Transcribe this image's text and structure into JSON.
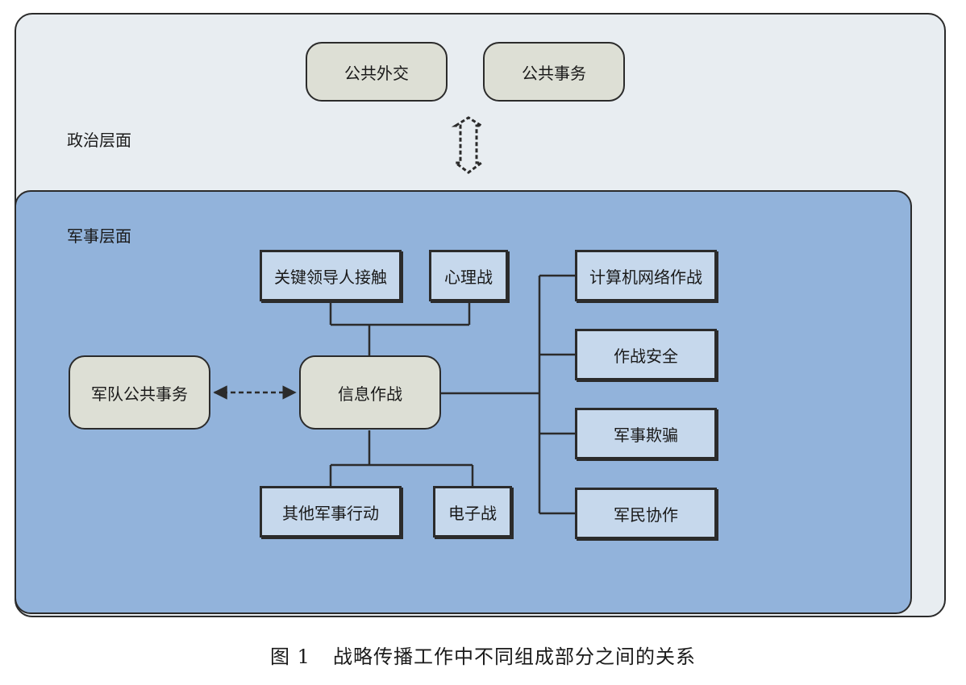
{
  "layers": {
    "political_label": "政治层面",
    "military_label": "军事层面"
  },
  "political_nodes": {
    "public_diplomacy": "公共外交",
    "public_affairs": "公共事务"
  },
  "military_nodes": {
    "military_public_affairs": "军队公共事务",
    "information_operations": "信息作战",
    "key_leader_engagement": "关键领导人接触",
    "psychological_operations": "心理战",
    "other_military_actions": "其他军事行动",
    "electronic_warfare": "电子战",
    "computer_network_operations": "计算机网络作战",
    "operations_security": "作战安全",
    "military_deception": "军事欺骗",
    "civil_military_cooperation": "军民协作"
  },
  "caption": {
    "number": "图 1",
    "text": "战略传播工作中不同组成部分之间的关系"
  },
  "colors": {
    "political_layer_fill": "#e8edf1",
    "military_layer_fill": "#92b3db",
    "rounded_node_fill": "#dddfd5",
    "rect_node_fill": "#c6d8ec",
    "line": "#2b2b2b"
  }
}
